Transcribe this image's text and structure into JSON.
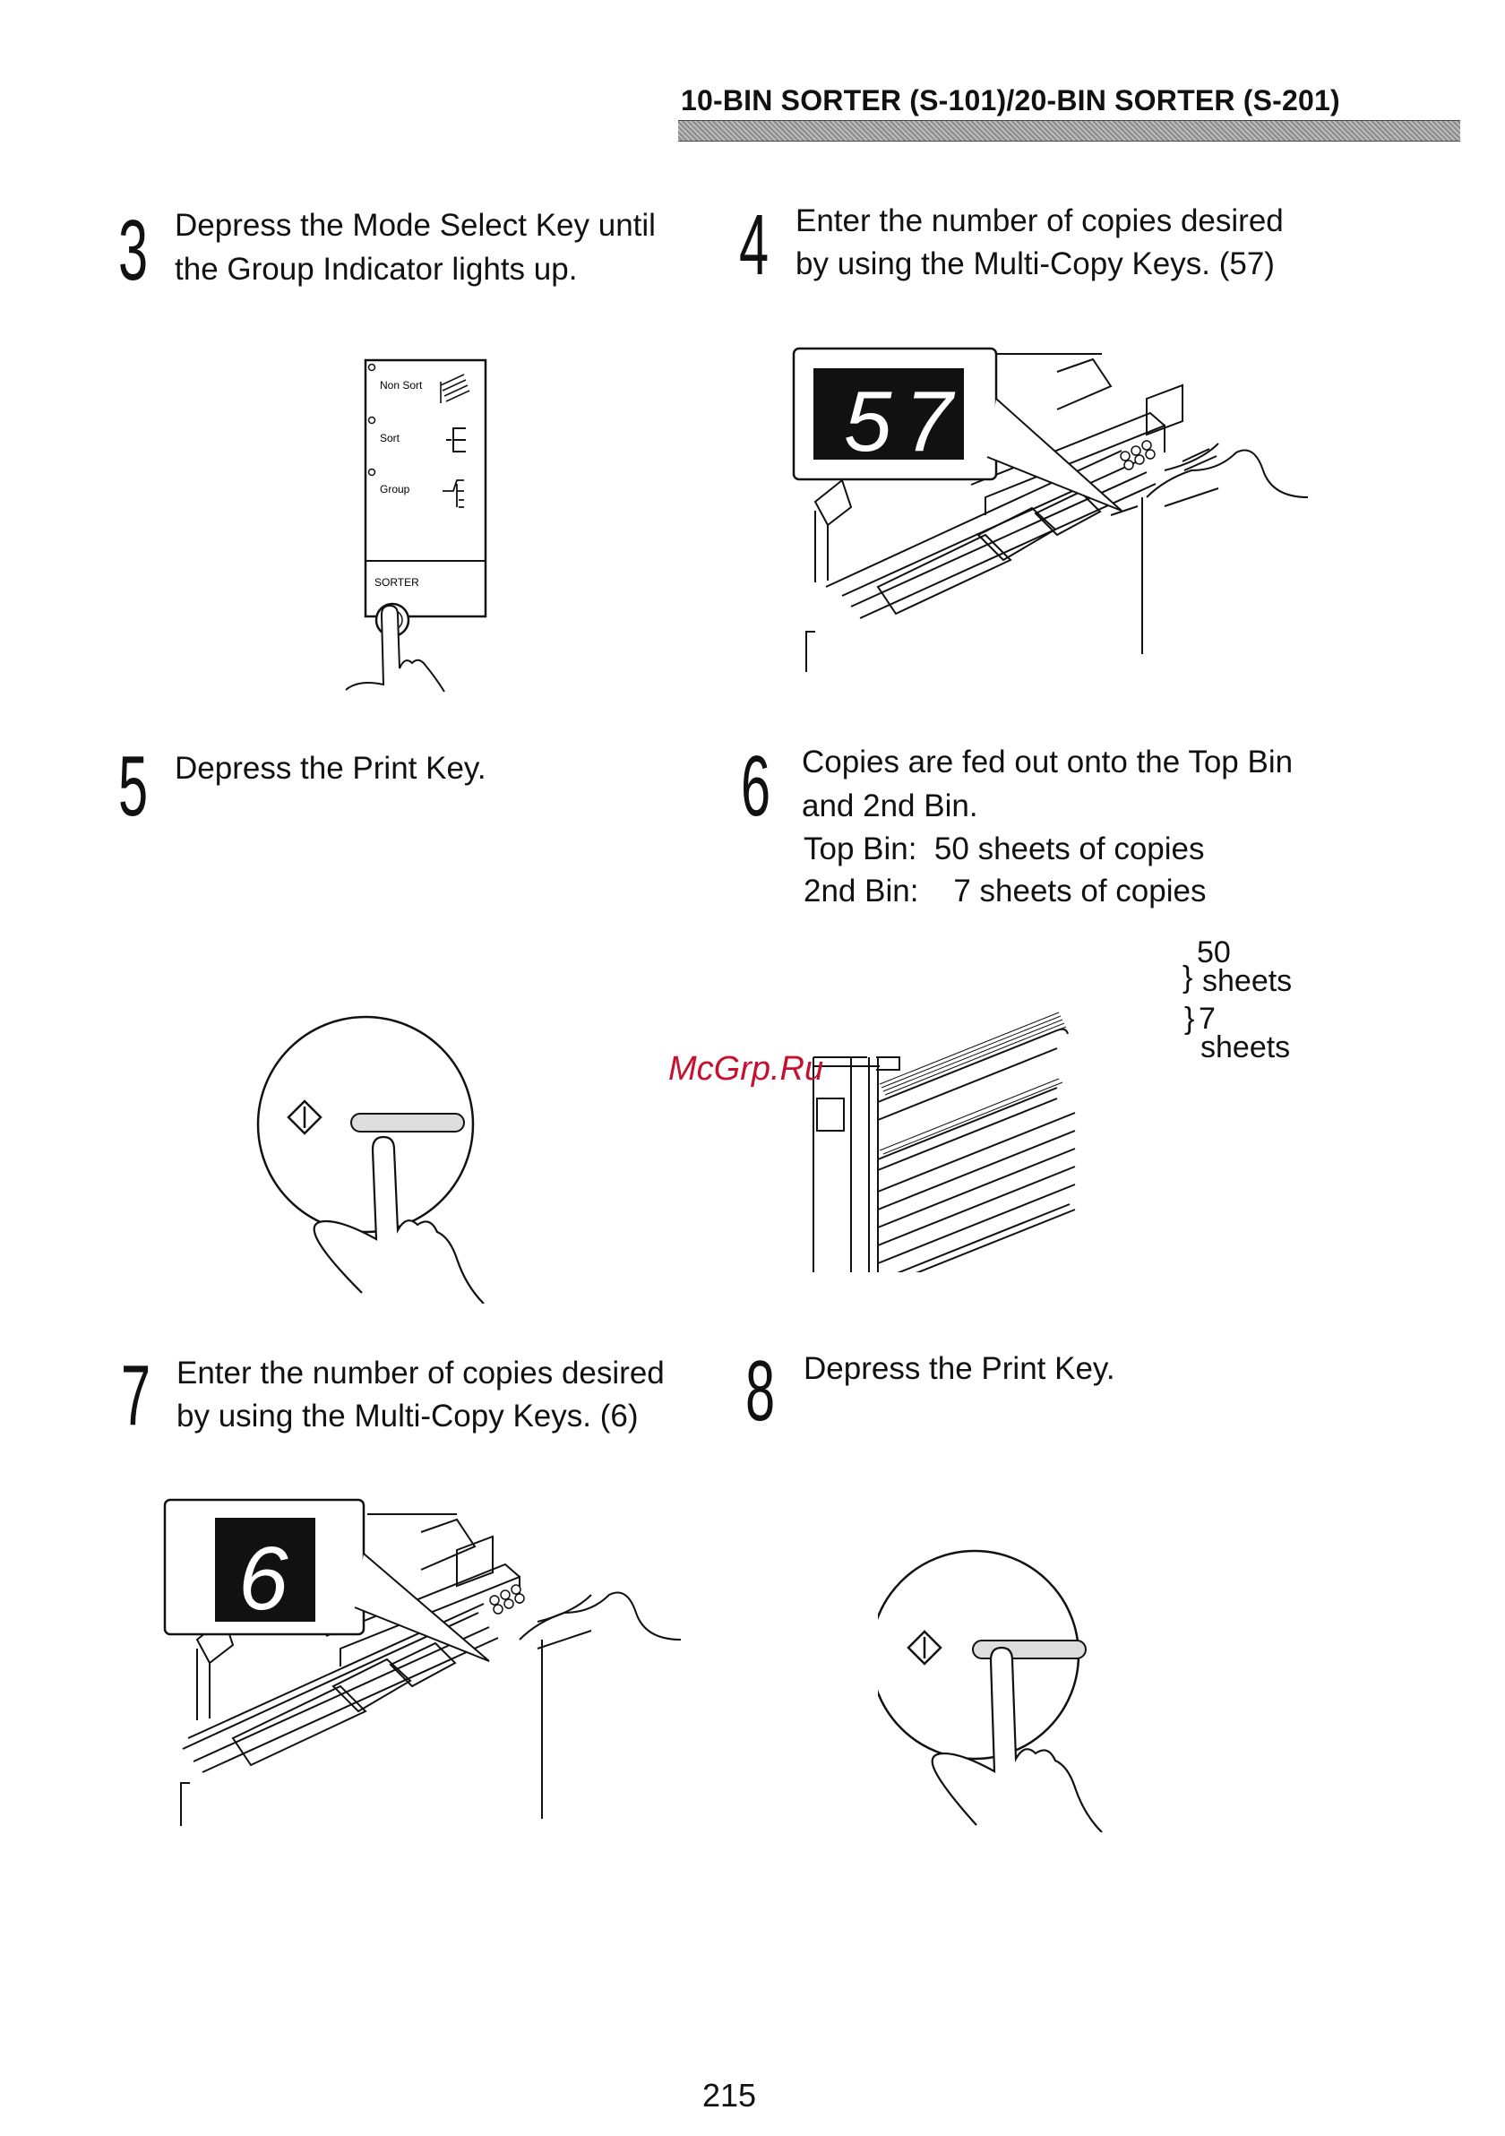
{
  "header": {
    "title": "10-BIN SORTER (S-101)/20-BIN SORTER (S-201)"
  },
  "steps": [
    {
      "number": "3",
      "line1": "Depress the Mode Select Key until",
      "line2": "the Group Indicator lights up."
    },
    {
      "number": "4",
      "line1": "Enter the number of copies desired",
      "line2": "by using the Multi-Copy Keys. (57)"
    },
    {
      "number": "5",
      "line1": "Depress the Print Key."
    },
    {
      "number": "6",
      "line1": "Copies are fed out onto the Top Bin",
      "line2": "and 2nd Bin.",
      "line3": "Top Bin:  50 sheets of copies",
      "line4": "2nd Bin:    7 sheets of copies"
    },
    {
      "number": "7",
      "line1": "Enter the number of copies desired",
      "line2": "by using the Multi-Copy Keys. (6)"
    },
    {
      "number": "8",
      "line1": "Depress the Print Key."
    }
  ],
  "sorter_panel": {
    "non_sort": "Non Sort",
    "sort": "Sort",
    "group": "Group",
    "sorter": "SORTER"
  },
  "bins": {
    "top_count": "50",
    "top_unit": "sheets",
    "second_count": "7",
    "second_unit": "sheets"
  },
  "display_57": {
    "left_digit": "5",
    "right_digit": "7"
  },
  "display_6": {
    "digit": "6"
  },
  "watermark": "McGrp.Ru",
  "page_number": "215"
}
